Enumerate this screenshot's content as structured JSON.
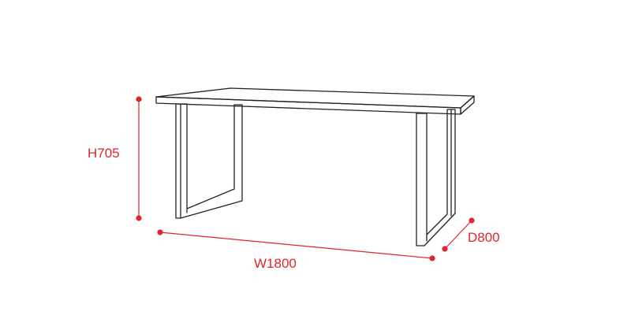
{
  "dimensions": {
    "height_label": "H705",
    "width_label": "W1800",
    "depth_label": "D800"
  },
  "colors": {
    "dimension": "#e0262f",
    "outline": "#222222",
    "background": "#ffffff"
  }
}
